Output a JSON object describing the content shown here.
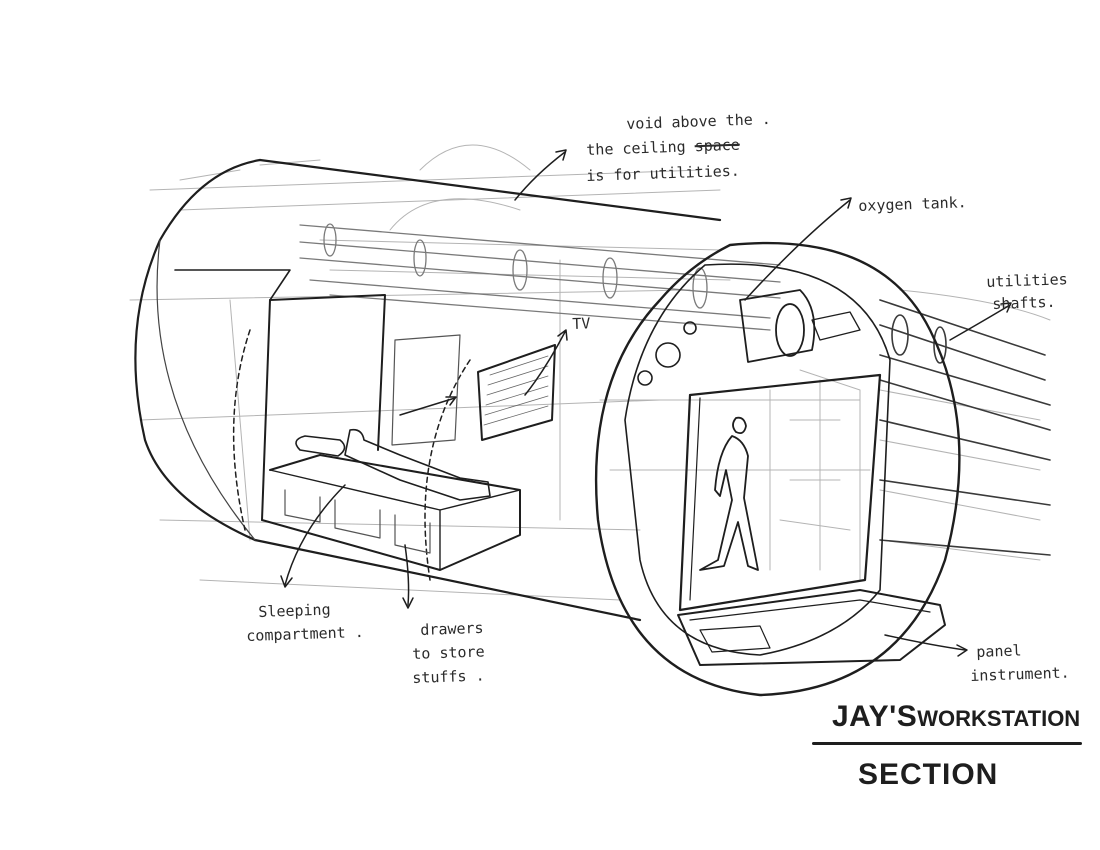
{
  "annotations": {
    "void_line1": "void above the .",
    "void_line2_a": "the",
    "void_line2_b": "ceiling",
    "void_line2_struck": "space",
    "void_line3": "is for utilities.",
    "oxygen": "oxygen tank.",
    "utilities_line1": "utilities",
    "utilities_line2": "shafts.",
    "tv": "TV",
    "sleeping_line1": "Sleeping",
    "sleeping_line2": "compartment .",
    "drawers_line1": "drawers",
    "drawers_line2": "to store",
    "drawers_line3": "stuffs .",
    "panel_line1": "panel",
    "panel_line2": "instrument."
  },
  "title": {
    "part1": "JAY'S",
    "part2": "WORKSTATION",
    "subtitle": "SECTION"
  },
  "colors": {
    "ink": "#1e1e1e",
    "pencil": "#9a9a9a"
  }
}
